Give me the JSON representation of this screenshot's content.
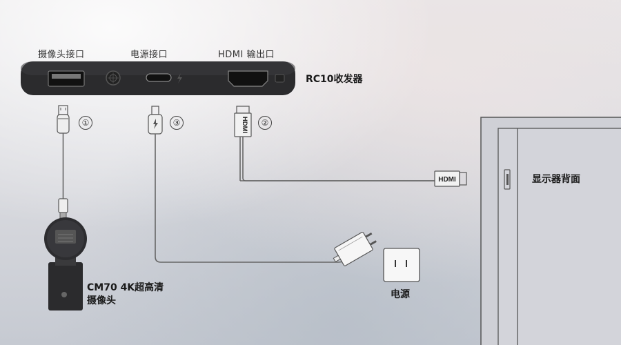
{
  "ports": {
    "camera": "摄像头接口",
    "power": "电源接口",
    "hdmi": "HDMI 输出口"
  },
  "hub_name": "RC10收发器",
  "steps": {
    "one": "①",
    "two": "②",
    "three": "③"
  },
  "cable_text": {
    "hdmi_vertical": "HDMI",
    "hdmi_horizontal": "HDMI"
  },
  "camera_name": {
    "line1": "CM70 4K超高清",
    "line2": "摄像头"
  },
  "power_label": "电源",
  "display_label": "显示器背面",
  "colors": {
    "hub_body": "#2a2a2c",
    "cable": "#666666",
    "text": "#1a1a1a"
  }
}
